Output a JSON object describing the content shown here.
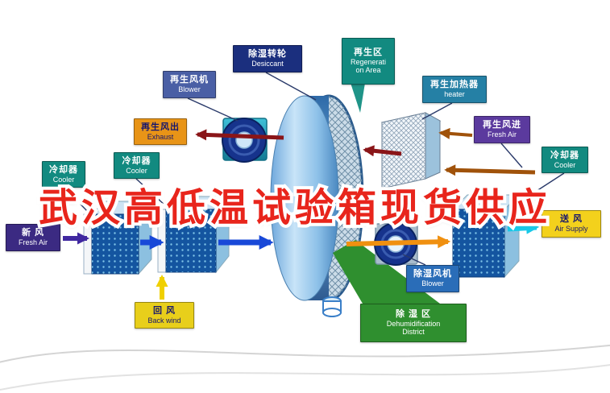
{
  "title": "武汉高低温试验箱现货供应",
  "labels": {
    "desiccant": {
      "zh": "除湿转轮",
      "en": "Desiccant"
    },
    "regeneration_area": {
      "lines": [
        "再生区",
        "Regenerati",
        "on Area"
      ]
    },
    "regen_blower": {
      "zh": "再生风机",
      "en": "Blower"
    },
    "regen_heater": {
      "zh": "再生加热器",
      "en": "heater"
    },
    "exhaust": {
      "zh": "再生风出",
      "en": "Exhaust"
    },
    "regen_fresh_air": {
      "zh": "再生风进",
      "en": "Fresh Air"
    },
    "cooler_left_outer": {
      "zh": "冷却器",
      "en": "Cooler"
    },
    "cooler_left_inner": {
      "zh": "冷却器",
      "en": "Cooler"
    },
    "cooler_right": {
      "zh": "冷却器",
      "en": "Cooler"
    },
    "fresh_air_left": {
      "zh": "新  风",
      "en": "Fresh Air"
    },
    "air_supply": {
      "zh": "送  风",
      "en": "Air Supply"
    },
    "back_wind": {
      "zh": "回  风",
      "en": "Back wind"
    },
    "dehumid_blower": {
      "zh": "除湿风机",
      "en": "Blower"
    },
    "dehumid_district": {
      "lines": [
        "除  湿  区",
        "Dehumidification",
        "District"
      ]
    }
  },
  "colors": {
    "title_red": "#e8251c",
    "teal_label": "#128a80",
    "navy_label": "#1b2f7e",
    "slate_label": "#4a5fa5",
    "tealblue_label": "#2580a5",
    "orange_label": "#e89417",
    "purple_label": "#5b3a9e",
    "indigo_label": "#3b2a82",
    "yellow_label": "#f3d11c",
    "green_label": "#2f8f2f",
    "blue_label": "#2a6db8",
    "arrow_maroon": "#8a1518",
    "arrow_brown": "#a0520a",
    "arrow_orange": "#f09010",
    "arrow_yellow": "#f0d000",
    "arrow_blue": "#1848d8",
    "arrow_purple": "#4028a0",
    "arrow_cyan": "#18c8e8"
  }
}
